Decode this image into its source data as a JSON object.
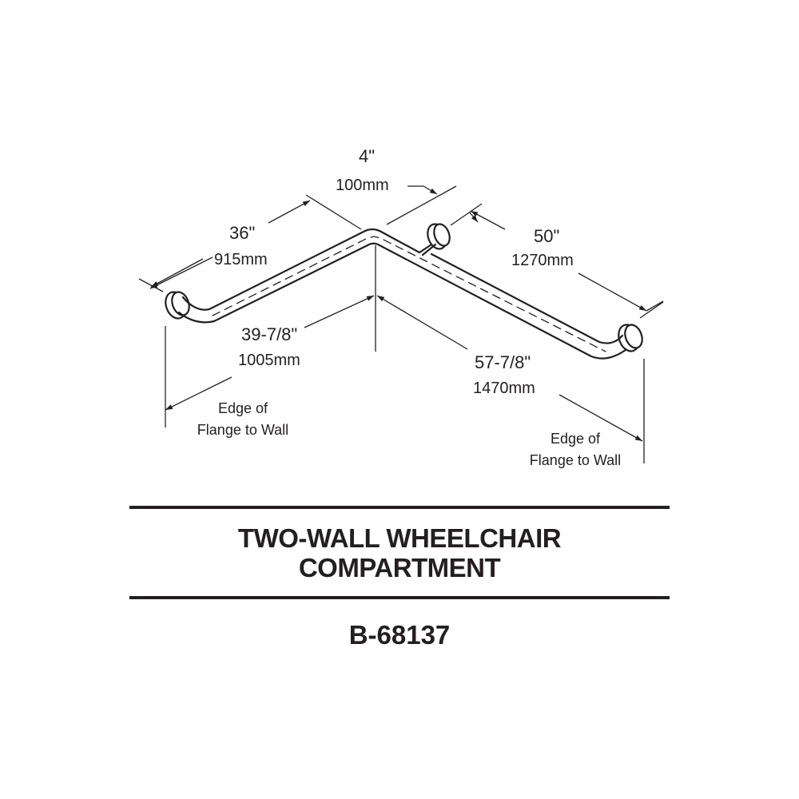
{
  "diagram": {
    "subject": "L-shaped grab bar",
    "dimensions": {
      "offset": {
        "imperial": "4\"",
        "metric": "100mm"
      },
      "left_arm": {
        "imperial": "36\"",
        "metric": "915mm"
      },
      "right_arm": {
        "imperial": "50\"",
        "metric": "1270mm"
      },
      "left_wall": {
        "imperial": "39-7/8\"",
        "metric": "1005mm"
      },
      "right_wall": {
        "imperial": "57-7/8\"",
        "metric": "1470mm"
      }
    },
    "notes": {
      "left": {
        "line1": "Edge of",
        "line2": "Flange to Wall"
      },
      "right": {
        "line1": "Edge of",
        "line2": "Flange to Wall"
      }
    },
    "colors": {
      "ink": "#231f20",
      "background": "#ffffff"
    }
  },
  "caption": {
    "title_line1": "TWO-WALL WHEELCHAIR",
    "title_line2": "COMPARTMENT",
    "model": "B-68137"
  }
}
